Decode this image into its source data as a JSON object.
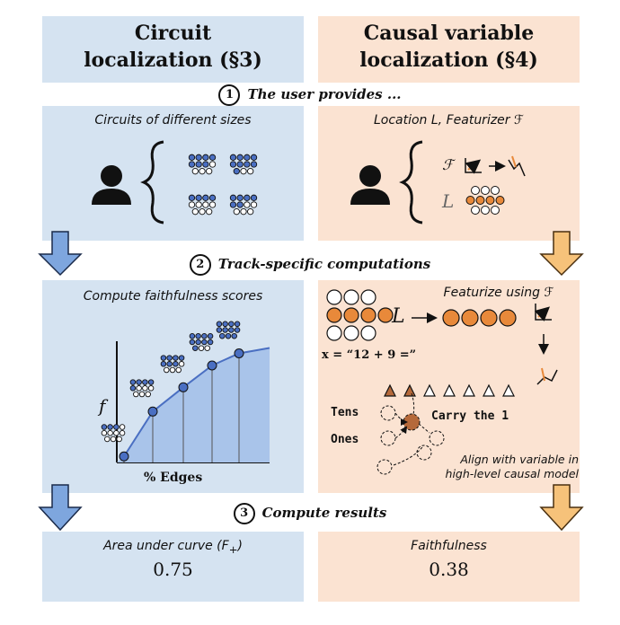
{
  "header": {
    "left_line1": "Circuit",
    "left_line2": "localization (§3)",
    "right_line1": "Causal variable",
    "right_line2": "localization (§4)"
  },
  "steps": [
    {
      "num": "1",
      "label": "The user provides ..."
    },
    {
      "num": "2",
      "label": "Track-specific computations"
    },
    {
      "num": "3",
      "label": "Compute results"
    }
  ],
  "left": {
    "provides": "Circuits of different sizes",
    "compute_title": "Compute faithfulness scores",
    "y_axis": "f",
    "x_axis": "% Edges",
    "result_label": "Area under curve (F",
    "result_subscript": "+",
    "result_label_end": ")",
    "result_value": "0.75"
  },
  "right": {
    "provides": "Location L, Featurizer ℱ",
    "featurizer_symbol": "ℱ",
    "location_symbol": "L",
    "featurize_title": "Featurize using ℱ",
    "input_text": "x = “12 + 9 =”",
    "tens_label": "Tens",
    "ones_label": "Ones",
    "carry_label": "Carry the 1",
    "align_line1": "Align with variable in",
    "align_line2": "high-level causal model",
    "result_label": "Faithfulness",
    "result_value": "0.38"
  },
  "colors": {
    "blue_panel": "#d5e3f1",
    "peach_panel": "#fbe3d2",
    "blue_arrow": "#7ea6de",
    "orange_arrow": "#f6c27a",
    "orange_node": "#e8893a",
    "brown_node": "#b5693a",
    "curve_fill": "#a9c4ea",
    "dot_blue": "#4a6fc2"
  },
  "chart_data": {
    "type": "area",
    "title": "",
    "xlabel": "% Edges",
    "ylabel": "f",
    "series": [
      {
        "values": [
          0.05,
          0.42,
          0.62,
          0.8,
          0.9
        ]
      }
    ]
  }
}
